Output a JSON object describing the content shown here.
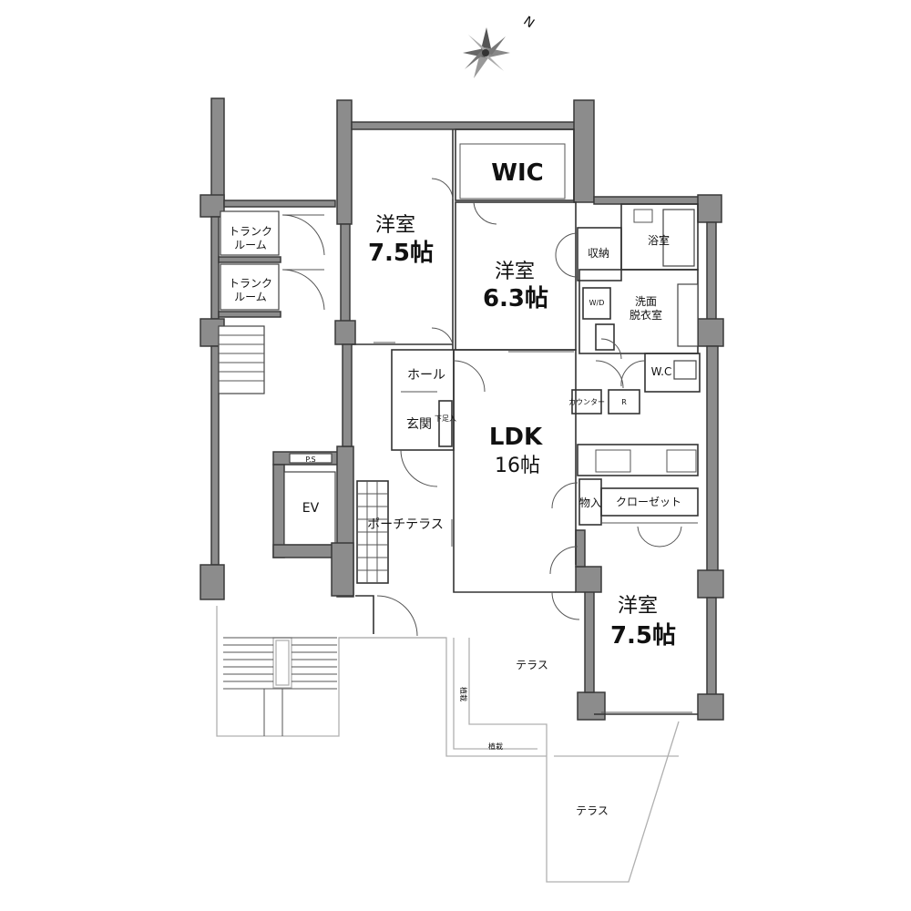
{
  "compass": {
    "north_label": "N"
  },
  "rooms": {
    "wic": "WIC",
    "bedroom_left": {
      "type": "洋室",
      "size": "7.5帖"
    },
    "bedroom_center": {
      "type": "洋室",
      "size": "6.3帖"
    },
    "bedroom_right": {
      "type": "洋室",
      "size": "7.5帖"
    },
    "ldk": {
      "type": "LDK",
      "size": "16帖"
    },
    "trunk_room_1": [
      "トランク",
      "ルーム"
    ],
    "trunk_room_2": [
      "トランク",
      "ルーム"
    ],
    "hall": "ホール",
    "entrance": "玄関",
    "shoe_box": "下足入",
    "storage": "収納",
    "bath": "浴室",
    "washroom": [
      "洗面",
      "脱衣室"
    ],
    "wm": "W/D",
    "wc": "W.C",
    "counter": "カウンター",
    "r_mark": "R",
    "closet": "クローゼット",
    "mono": "物入",
    "porch_terrace": "ポーチテラス",
    "terrace_1": "テラス",
    "terrace_2": "テラス",
    "ev": "EV",
    "ps": "P.S",
    "planter_1": "植栽",
    "planter_2": "植栽"
  }
}
